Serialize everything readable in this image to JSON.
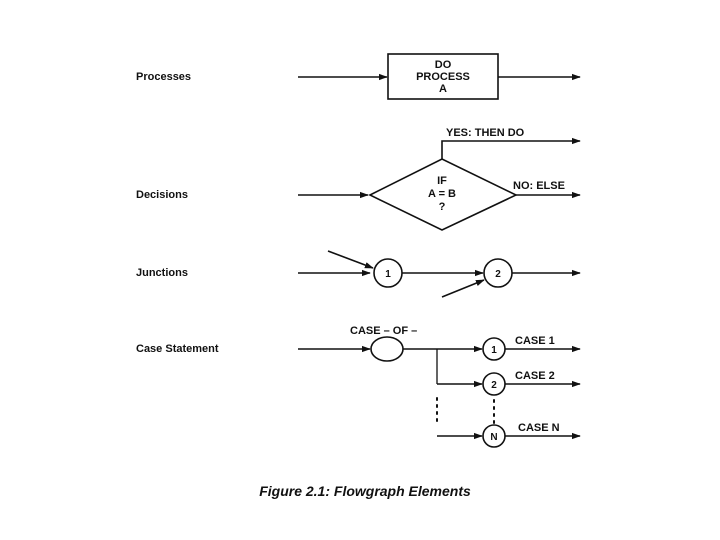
{
  "rows": {
    "processes": "Processes",
    "decisions": "Decisions",
    "junctions": "Junctions",
    "case_statement": "Case Statement"
  },
  "process_box": {
    "line1": "DO",
    "line2": "PROCESS",
    "line3": "A"
  },
  "decision": {
    "line1": "IF",
    "line2": "A = B",
    "line3": "?",
    "yes": "YES:  THEN DO",
    "no": "NO:  ELSE"
  },
  "junction": {
    "node1": "1",
    "node2": "2"
  },
  "case": {
    "header": "CASE  – OF –",
    "node1": "1",
    "node2": "2",
    "nodeN": "N",
    "case1": "CASE 1",
    "case2": "CASE 2",
    "caseN": "CASE N"
  },
  "caption": "Figure 2.1: Flowgraph Elements"
}
